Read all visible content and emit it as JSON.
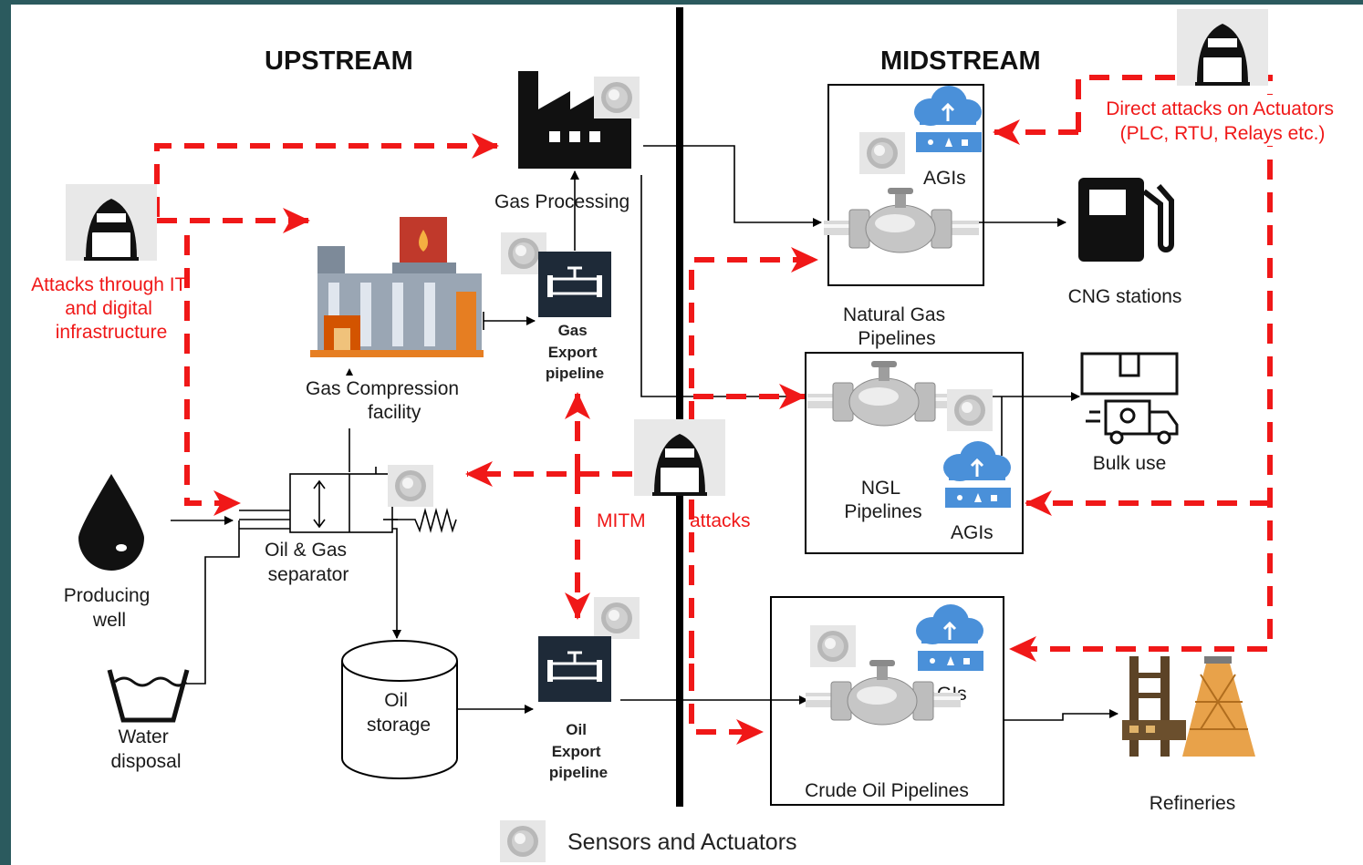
{
  "headings": {
    "upstream": "UPSTREAM",
    "midstream": "MIDSTREAM"
  },
  "nodes": {
    "gas_processing": "Gas Processing",
    "gas_compression": [
      "Gas Compression",
      "facility"
    ],
    "gas_export": [
      "Gas",
      "Export",
      "pipeline"
    ],
    "oil_export": [
      "Oil",
      "Export",
      "pipeline"
    ],
    "separator": [
      "Oil & Gas",
      "separator"
    ],
    "producing_well": [
      "Producing",
      "well"
    ],
    "water_disposal": [
      "Water",
      "disposal"
    ],
    "oil_storage": [
      "Oil",
      "storage"
    ],
    "natural_gas_pipelines": [
      "Natural Gas",
      "Pipelines"
    ],
    "ngl_pipelines": [
      "NGL",
      "Pipelines"
    ],
    "crude_oil_pipelines": "Crude Oil Pipelines",
    "agis": "AGIs",
    "cng_stations": "CNG stations",
    "bulk_use": "Bulk use",
    "refineries": "Refineries"
  },
  "attacks": {
    "it_infra": [
      "Attacks through IT",
      "and digital",
      "infrastructure"
    ],
    "direct": [
      "Direct attacks on Actuators",
      "(PLC, RTU, Relays etc.)"
    ],
    "mitm": "MITM",
    "mitm_attacks": "attacks"
  },
  "legend": {
    "sensors": "Sensors and Actuators"
  },
  "colors": {
    "attack": "#f01818",
    "flow": "#000000",
    "icon_dark": "#1e2a38",
    "cloud": "#4a90d9",
    "sensor": "#c8c8c8"
  }
}
